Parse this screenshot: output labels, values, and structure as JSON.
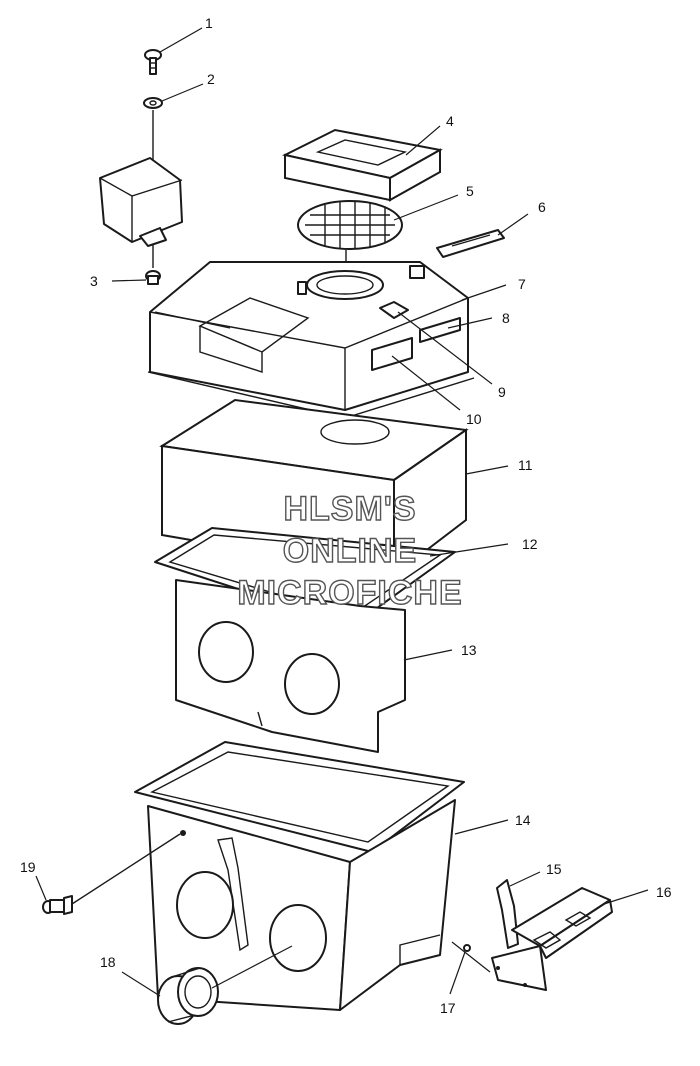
{
  "callouts": [
    "1",
    "2",
    "3",
    "4",
    "5",
    "6",
    "7",
    "8",
    "9",
    "10",
    "11",
    "12",
    "13",
    "14",
    "15",
    "16",
    "17",
    "18",
    "19"
  ],
  "watermark": {
    "line1": "HLSM'S",
    "line2": "ONLINE",
    "line3": "MICROFICHE"
  },
  "colors": {
    "ink": "#1a1a1a",
    "watermark_stroke": "#555555",
    "background": "#ffffff"
  }
}
